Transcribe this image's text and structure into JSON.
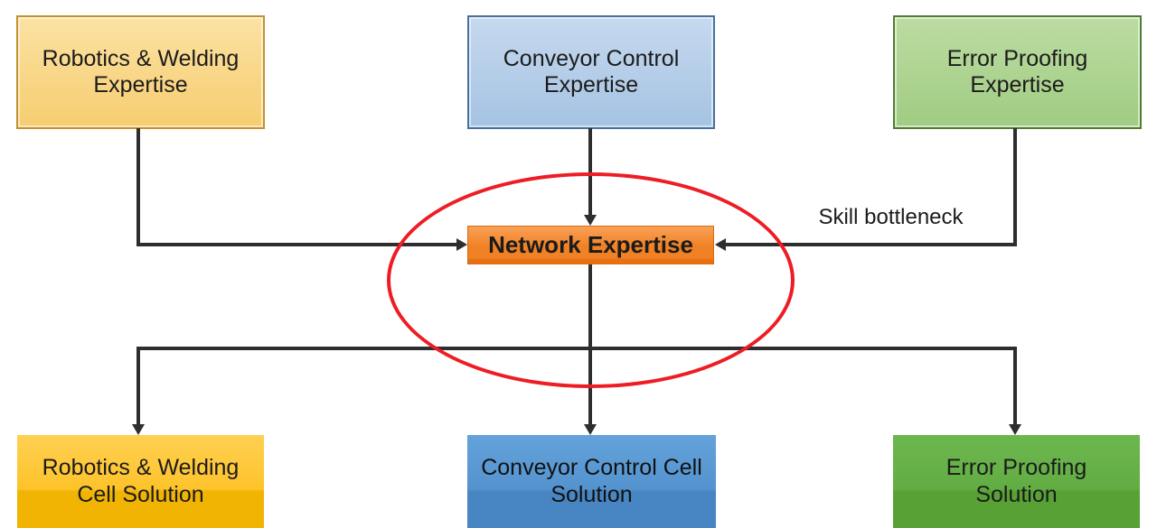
{
  "diagram": {
    "top_row": [
      {
        "label": "Robotics & Welding Expertise"
      },
      {
        "label": "Conveyor Control Expertise"
      },
      {
        "label": "Error Proofing Expertise"
      }
    ],
    "center": {
      "label": "Network Expertise"
    },
    "annotation": {
      "label": "Skill bottleneck"
    },
    "bottom_row": [
      {
        "label": "Robotics & Welding Cell Solution"
      },
      {
        "label": "Conveyor Control Cell Solution"
      },
      {
        "label": "Error Proofing Solution"
      }
    ]
  },
  "theme": {
    "text-color": "#1b1b1b",
    "line-color": "#2e2e2e",
    "accent-red": "#ee1c25",
    "gold-border": "#c3922e",
    "gold-fill-top": "#fbe2a4",
    "gold-fill-bottom": "#f7cd70",
    "blue-border": "#47719d",
    "blue-fill-top": "#c6d9ee",
    "blue-fill-bottom": "#a5c3e3",
    "green-border": "#4f7d31",
    "green-fill-top": "#bcdca2",
    "green-fill-bottom": "#a0cc82",
    "orange-border": "#d96a10",
    "orange-top": "#f9a157",
    "orange-mid": "#f08124",
    "orange-bottom": "#e96f13",
    "gold2-top": "#ffd052",
    "gold2-mid": "#fdc32a",
    "gold2-dark": "#f1b403",
    "blue2-top": "#63a2da",
    "blue2-mid": "#5593cf",
    "blue2-dark": "#4886c3",
    "green2-top": "#6db74f",
    "green2-mid": "#62ad43",
    "green2-dark": "#57a135"
  }
}
